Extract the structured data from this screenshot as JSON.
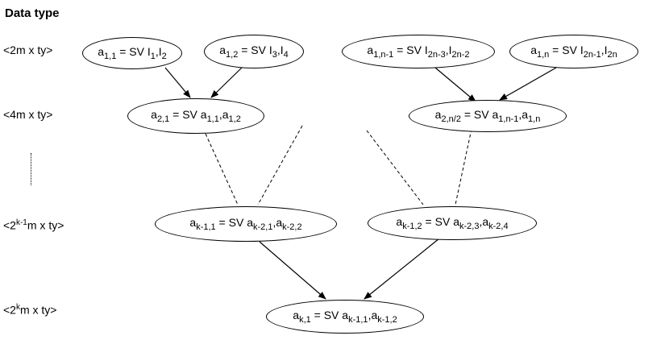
{
  "header": {
    "title": "Data type"
  },
  "data_types": [
    {
      "pre": "<2m x ty>",
      "sup": "",
      "post": ""
    },
    {
      "pre": "<4m x ty>",
      "sup": "",
      "post": ""
    },
    {
      "pre": "<2",
      "sup": "k-1",
      "post": "m x ty>"
    },
    {
      "pre": "<2",
      "sup": "k",
      "post": "m x ty>"
    }
  ],
  "nodes": [
    {
      "lhs": "a",
      "lhs_sub": "1,1",
      "op": " = SV ",
      "arg1": "I",
      "arg1_sub": "1",
      "arg2": "I",
      "arg2_sub": "2"
    },
    {
      "lhs": "a",
      "lhs_sub": "1,2",
      "op": " = SV ",
      "arg1": "I",
      "arg1_sub": "3",
      "arg2": "I",
      "arg2_sub": "4"
    },
    {
      "lhs": "a",
      "lhs_sub": "1,n-1",
      "op": " = SV ",
      "arg1": "I",
      "arg1_sub": "2n-3",
      "arg2": "I",
      "arg2_sub": "2n-2"
    },
    {
      "lhs": "a",
      "lhs_sub": "1,n",
      "op": " = SV ",
      "arg1": "I",
      "arg1_sub": "2n-1",
      "arg2": "I",
      "arg2_sub": "2n"
    },
    {
      "lhs": "a",
      "lhs_sub": "2,1",
      "op": " = SV ",
      "arg1": "a",
      "arg1_sub": "1,1",
      "arg2": "a",
      "arg2_sub": "1,2"
    },
    {
      "lhs": "a",
      "lhs_sub": "2,n/2",
      "op": " = SV ",
      "arg1": "a",
      "arg1_sub": "1,n-1",
      "arg2": "a",
      "arg2_sub": "1,n"
    },
    {
      "lhs": "a",
      "lhs_sub": "k-1,1",
      "op": " = SV ",
      "arg1": "a",
      "arg1_sub": "k-2,1",
      "arg2": "a",
      "arg2_sub": "k-2,2"
    },
    {
      "lhs": "a",
      "lhs_sub": "k-1,2",
      "op": " = SV ",
      "arg1": "a",
      "arg1_sub": "k-2,3",
      "arg2": "a",
      "arg2_sub": "k-2,4"
    },
    {
      "lhs": "a",
      "lhs_sub": "k,1",
      "op": " = SV ",
      "arg1": "a",
      "arg1_sub": "k-1,1",
      "arg2": "a",
      "arg2_sub": "k-1,2"
    }
  ],
  "sep": ","
}
